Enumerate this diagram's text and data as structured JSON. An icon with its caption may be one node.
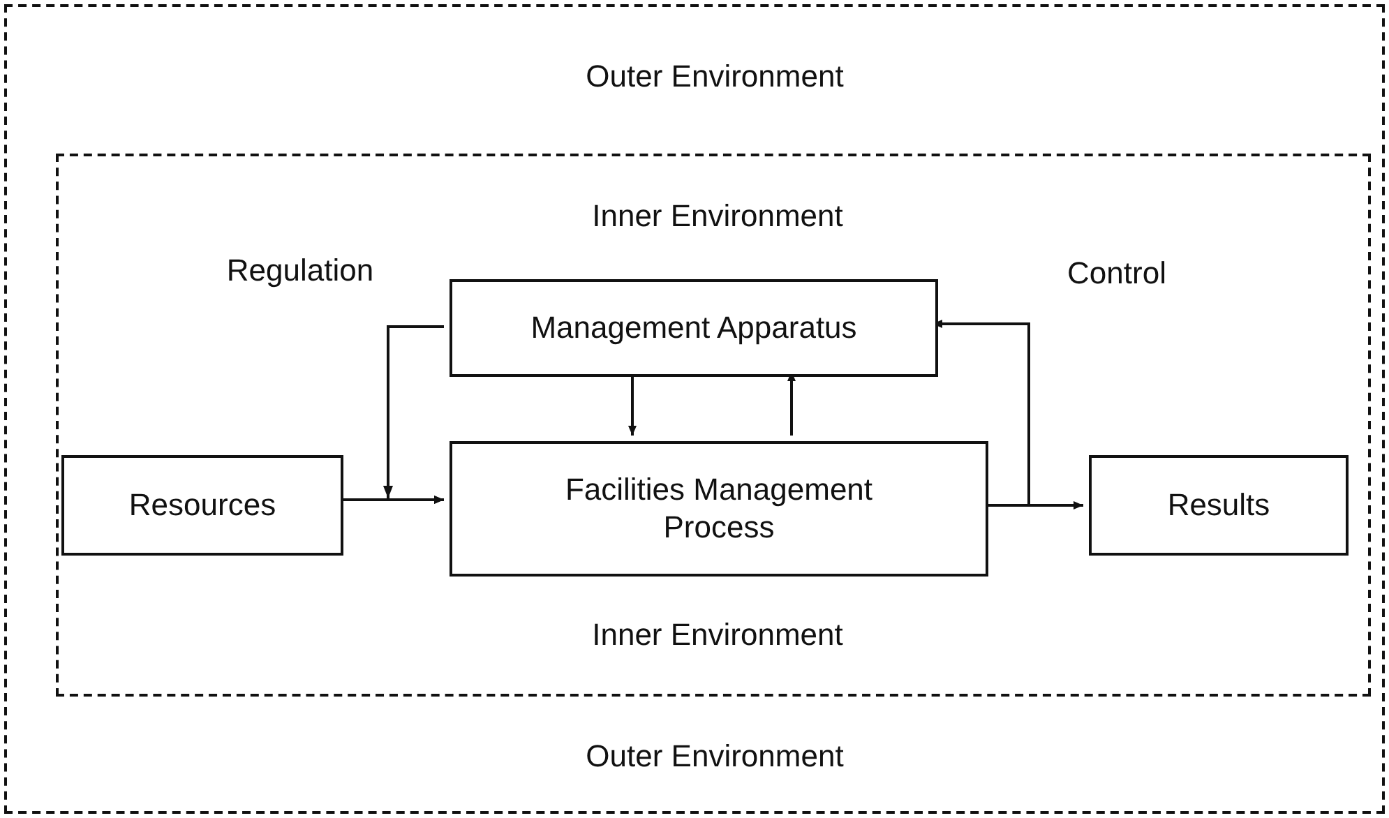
{
  "diagram": {
    "nodes": [
      {
        "text": [
          "Outer Environment",
          "Outer Environment"
        ]
      },
      {
        "text": [
          "Inner Environment",
          "Inner Environment"
        ],
        "in": 0
      },
      {
        "text": [
          "Management Apparatus"
        ],
        "in": 1
      },
      {
        "text": [
          "Resources"
        ],
        "in": 1
      },
      {
        "text": [
          "Facilities Management Process"
        ],
        "in": 1
      },
      {
        "text": [
          "Results"
        ],
        "in": 1
      }
    ],
    "edges": [
      {
        "from": 3,
        "to": 4,
        "arrow": "to"
      },
      {
        "from": 2,
        "to": 4,
        "arrow": "to"
      },
      {
        "from": 4,
        "to": 2,
        "arrow": "to"
      },
      {
        "from": 4,
        "to": 5,
        "arrow": "to"
      },
      {
        "from": 2,
        "to": 4,
        "arrow": "to"
      },
      {
        "from": 4,
        "to": 2,
        "arrow": "to"
      }
    ],
    "labels": [
      "Regulation",
      "Control"
    ]
  }
}
